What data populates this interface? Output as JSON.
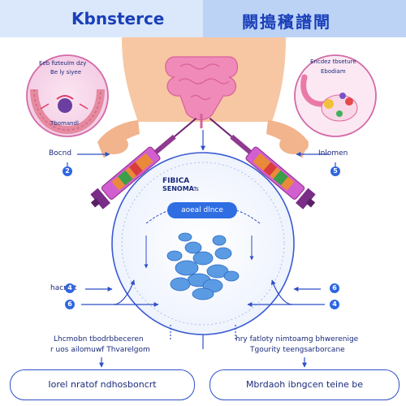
{
  "header": {
    "left_title": "Kbnsterce",
    "right_title": "闕搗穦譜閘"
  },
  "left_inset": {
    "line1": "Eeb fizteulm dzy",
    "line2": "Be ly siyee",
    "label": "Tbomandl"
  },
  "right_inset": {
    "line1": "Encdez tbseture",
    "line2": "Ebodiam"
  },
  "left_label": "Bocnd",
  "left_num": "2",
  "right_label": "Inlomen",
  "right_num": "5",
  "center": {
    "heading1": "FIBICA",
    "heading2": "SENOMA",
    "heading2_suffix": "Ts",
    "pill": "aoeal dlnce"
  },
  "mid_left": {
    "label": "hacrtet",
    "num_a": "4",
    "num_b": "6"
  },
  "mid_right": {
    "num_a": "6",
    "num_b": "4"
  },
  "lower_left_text": {
    "line1": "Lhcmobn tbodrbbeceren",
    "line2": "r uos ailomuwf Thvarelgom"
  },
  "lower_right_text": {
    "line1": "hry fatloty nimtoamg bhwerenige",
    "line2": "Tgourity teengsarborcane"
  },
  "bottom": {
    "left": "Iorel nratof ndhosboncrt",
    "right": "Mbrdaoh ibngcen teine be"
  },
  "colors": {
    "header_left": "#dbe8fb",
    "header_right": "#bcd3f6",
    "accent_blue": "#2f66e0",
    "intestine_pink": "#f08ab8",
    "syringe_magenta": "#d25fd0",
    "microbe_blue": "#5a9be3"
  }
}
